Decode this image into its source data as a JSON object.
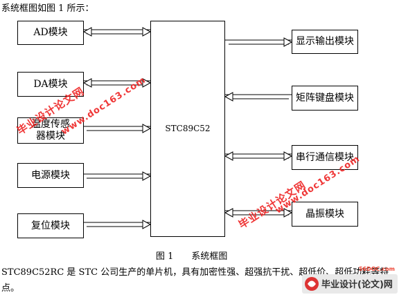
{
  "intro_text": "系统框图如图 1 所示：",
  "cpu_label": "STC89C52",
  "left_modules": [
    "AD模块",
    "DA模块",
    "温度传感器模块",
    "电源模块",
    "复位模块"
  ],
  "right_modules": [
    "显示输出模块",
    "矩阵键盘模块",
    "串行通信模块",
    "晶振模块"
  ],
  "caption": {
    "number": "图 1",
    "title": "系统框图"
  },
  "paragraph": "STC89C52RC 是 STC 公司生产的单片机，具有加密性强、超强抗干扰、超低价、超低功耗等特点。",
  "watermarks": {
    "site": "www.doc163.com",
    "name": "毕业设计论文网",
    "logo_text": "毕业设计(论文)网",
    "logo_url": "56DOC.com"
  },
  "colors": {
    "watermark": "#ee2222",
    "logo_bg": "#e9e9e9"
  }
}
